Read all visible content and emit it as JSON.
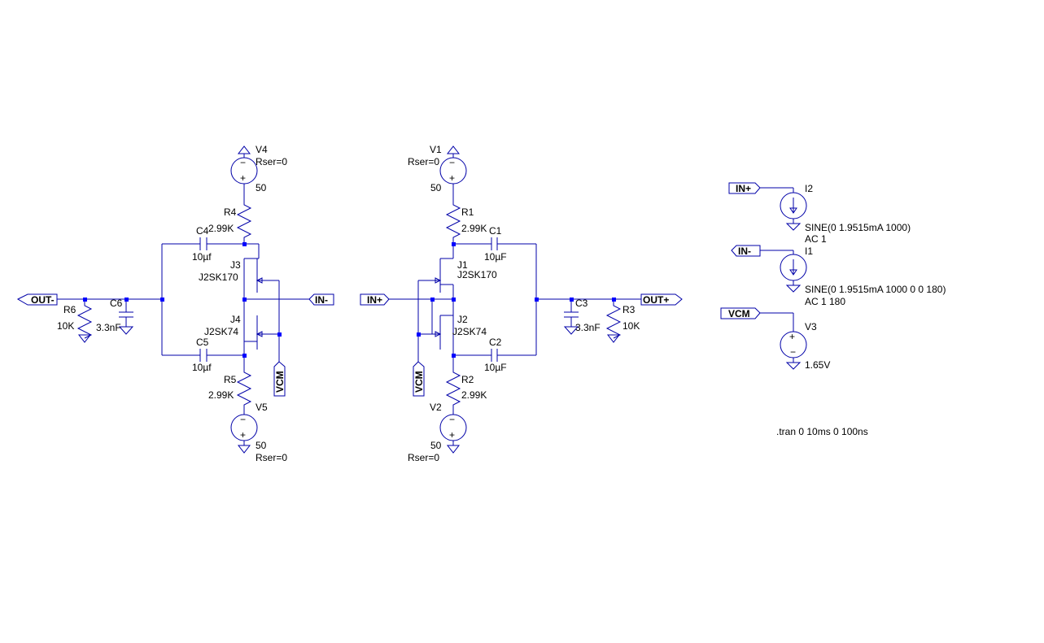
{
  "schematic": {
    "components": {
      "V4": {
        "name": "V4",
        "param": "Rser=0",
        "value": "50"
      },
      "V5": {
        "name": "V5",
        "value": "50",
        "param": "Rser=0"
      },
      "V1": {
        "name": "V1",
        "param": "Rser=0",
        "value": "50"
      },
      "V2": {
        "name": "V2",
        "value": "50",
        "param": "Rser=0"
      },
      "V3": {
        "name": "V3",
        "value": "1.65V"
      },
      "R1": {
        "name": "R1",
        "value": "2.99K"
      },
      "R2": {
        "name": "R2",
        "value": "2.99K"
      },
      "R3": {
        "name": "R3",
        "value": "10K"
      },
      "R4": {
        "name": "R4",
        "value": "2.99K"
      },
      "R5": {
        "name": "R5",
        "value": "2.99K"
      },
      "R6": {
        "name": "R6",
        "value": "10K"
      },
      "C1": {
        "name": "C1",
        "value": "10µF"
      },
      "C2": {
        "name": "C2",
        "value": "10µF"
      },
      "C3": {
        "name": "C3",
        "value": "3.3nF"
      },
      "C4": {
        "name": "C4",
        "value": "10µf"
      },
      "C5": {
        "name": "C5",
        "value": "10µf"
      },
      "C6": {
        "name": "C6",
        "value": "3.3nF"
      },
      "J1": {
        "name": "J1",
        "model": "J2SK170"
      },
      "J2": {
        "name": "J2",
        "model": "J2SK74"
      },
      "J3": {
        "name": "J3",
        "model": "J2SK170"
      },
      "J4": {
        "name": "J4",
        "model": "J2SK74"
      },
      "I1": {
        "name": "I1",
        "value": "SINE(0 1.9515mA 1000 0 0 180)",
        "ac": "AC 1 180"
      },
      "I2": {
        "name": "I2",
        "value": "SINE(0 1.9515mA 1000)",
        "ac": "AC 1"
      }
    },
    "net_labels": {
      "out_minus": "OUT-",
      "in_minus_left": "IN-",
      "in_plus_mid": "IN+",
      "out_plus": "OUT+",
      "vcm_left": "VCM",
      "vcm_mid": "VCM",
      "in_plus_right": "IN+",
      "in_minus_right": "IN-",
      "vcm_right": "VCM"
    },
    "directive": ".tran 0 10ms 0 100ns",
    "colors": {
      "wire": "#0000a8",
      "junction": "#0000ff",
      "text": "#000000",
      "background": "#ffffff"
    }
  }
}
